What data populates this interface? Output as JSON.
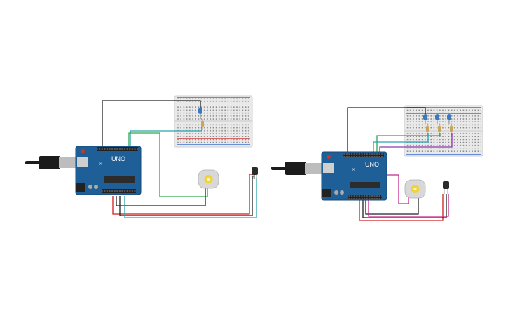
{
  "colors": {
    "background": "#ffffff",
    "board": "#1f5f98",
    "board_edge": "#174a78",
    "header": "#222222",
    "breadboard": "#e9e9e9",
    "breadboard_hole": "#8a8a8a",
    "rail_red": "#d33a3a",
    "rail_blue": "#3a6fd3",
    "wire_black": "#222222",
    "wire_red": "#d11e1e",
    "wire_teal": "#27a3b0",
    "wire_green": "#2ea64a",
    "wire_purple": "#8a3ab0",
    "wire_magenta": "#c02a8e",
    "motor": "#d8d8d8",
    "motor_core": "#f0d23a",
    "sensor": "#2b2b2b",
    "led": "#3a78c2",
    "resistor": "#c9a55a",
    "usb_cable": "#1b1b1b",
    "usb_plug": "#bdbdbd"
  },
  "icons": [
    "arduino-uno-board",
    "breadboard",
    "dc-motor",
    "temperature-sensor",
    "usb-cable",
    "led",
    "resistor"
  ],
  "circuits": [
    {
      "id": "circuit-left",
      "board_label": "UNO",
      "leds": 1
    },
    {
      "id": "circuit-right",
      "board_label": "UNO",
      "leds": 3
    }
  ]
}
